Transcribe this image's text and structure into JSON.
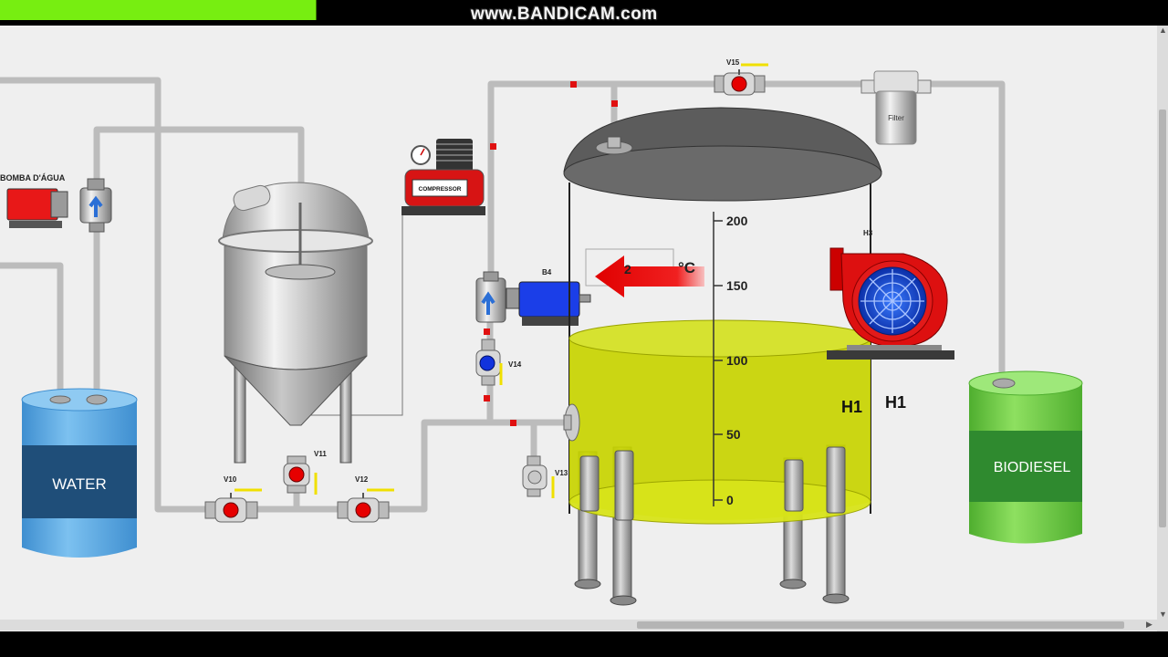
{
  "watermark": "www.BANDICAM.com",
  "progress": {
    "fraction": 0.27,
    "color": "#77ee11"
  },
  "labels": {
    "pump": "BOMBA D'ÁGUA",
    "water": "WATER",
    "biodiesel": "BIODIESEL",
    "compressor": "COMPRESSOR",
    "filter": "Filter",
    "b4": "B4",
    "h3": "H3",
    "h1a": "H1",
    "h1b": "H1",
    "temp_unit": "°C",
    "temp_value": "2"
  },
  "valves": {
    "v10": "V10",
    "v11": "V11",
    "v12": "V12",
    "v13": "V13",
    "v14": "V14",
    "v15": "V15"
  },
  "scale": {
    "ticks": [
      "200",
      "150",
      "100",
      "50",
      "0"
    ]
  },
  "tank_level": {
    "fraction": 0.58
  },
  "colors": {
    "pipe": "#bfbfbf",
    "liquid": "#c8d400",
    "water": "#5aa9e6",
    "water_band": "#1f4e79",
    "biodiesel": "#6cc644",
    "biodiesel_band": "#2f8a2f",
    "valve_red": "#e60000",
    "valve_blue": "#1133dd",
    "flow_mark": "#e01010"
  },
  "icons": [
    "arrow-left-icon",
    "arrow-up-icon",
    "gauge-icon",
    "fan-icon"
  ]
}
